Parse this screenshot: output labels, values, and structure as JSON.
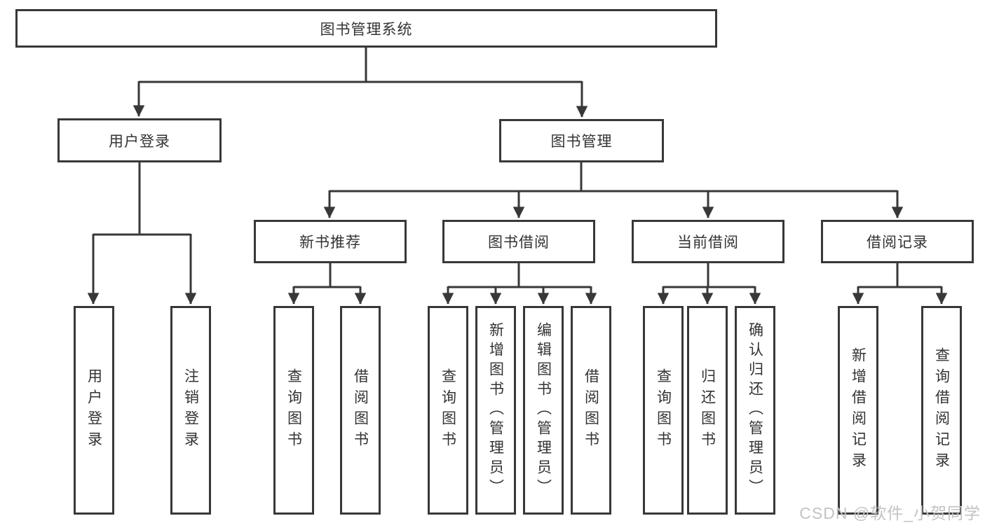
{
  "diagram": {
    "root": {
      "label": "图书管理系统"
    },
    "level2": [
      {
        "label": "用户登录"
      },
      {
        "label": "图书管理"
      }
    ],
    "level3": [
      {
        "label": "新书推荐"
      },
      {
        "label": "图书借阅"
      },
      {
        "label": "当前借阅"
      },
      {
        "label": "借阅记录"
      }
    ],
    "leaves": {
      "user_login": [
        {
          "label": "用户登录"
        },
        {
          "label": "注销登录"
        }
      ],
      "new_book_recommend": [
        {
          "label": "查询图书"
        },
        {
          "label": "借阅图书"
        }
      ],
      "book_borrow": [
        {
          "label": "查询图书"
        },
        {
          "label": "新增图书（管理员）"
        },
        {
          "label": "编辑图书（管理员）"
        },
        {
          "label": "借阅图书"
        }
      ],
      "current_borrow": [
        {
          "label": "查询图书"
        },
        {
          "label": "归还图书"
        },
        {
          "label": "确认归还（管理员）"
        }
      ],
      "borrow_record": [
        {
          "label": "新增借阅记录"
        },
        {
          "label": "查询借阅记录"
        }
      ]
    }
  },
  "watermark": {
    "text": "CSDN @软件_小贺同学"
  },
  "colors": {
    "line": "#383838",
    "text": "#333333",
    "watermark": "#c3c3c3",
    "background": "#ffffff"
  }
}
